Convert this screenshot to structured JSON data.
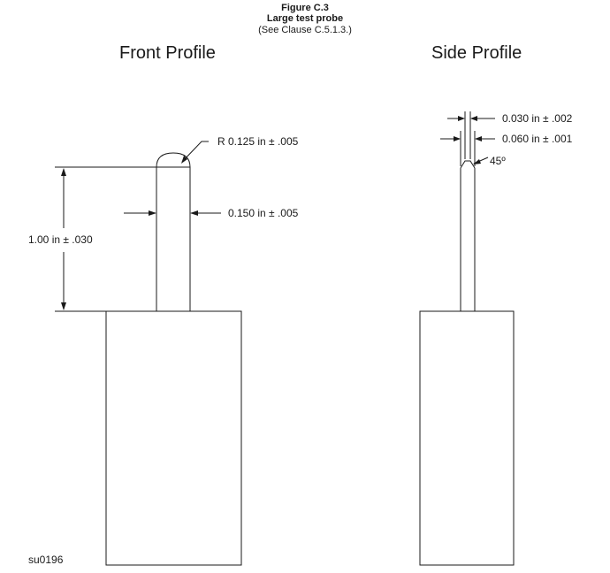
{
  "figure": {
    "number": "Figure C.3",
    "title": "Large test probe",
    "reference": "(See Clause C.5.1.3.)"
  },
  "views": {
    "front": {
      "title": "Front Profile"
    },
    "side": {
      "title": "Side Profile"
    }
  },
  "dimensions": {
    "tip_radius": "R  0.125 in ± .005",
    "probe_diameter": "0.150 in ± .005",
    "probe_length": "1.00 in ± .030",
    "tip_flat": "0.030 in ± .002",
    "tip_width": "0.060 in ± .001",
    "tip_angle": "45º"
  },
  "drawing_id": "su0196"
}
